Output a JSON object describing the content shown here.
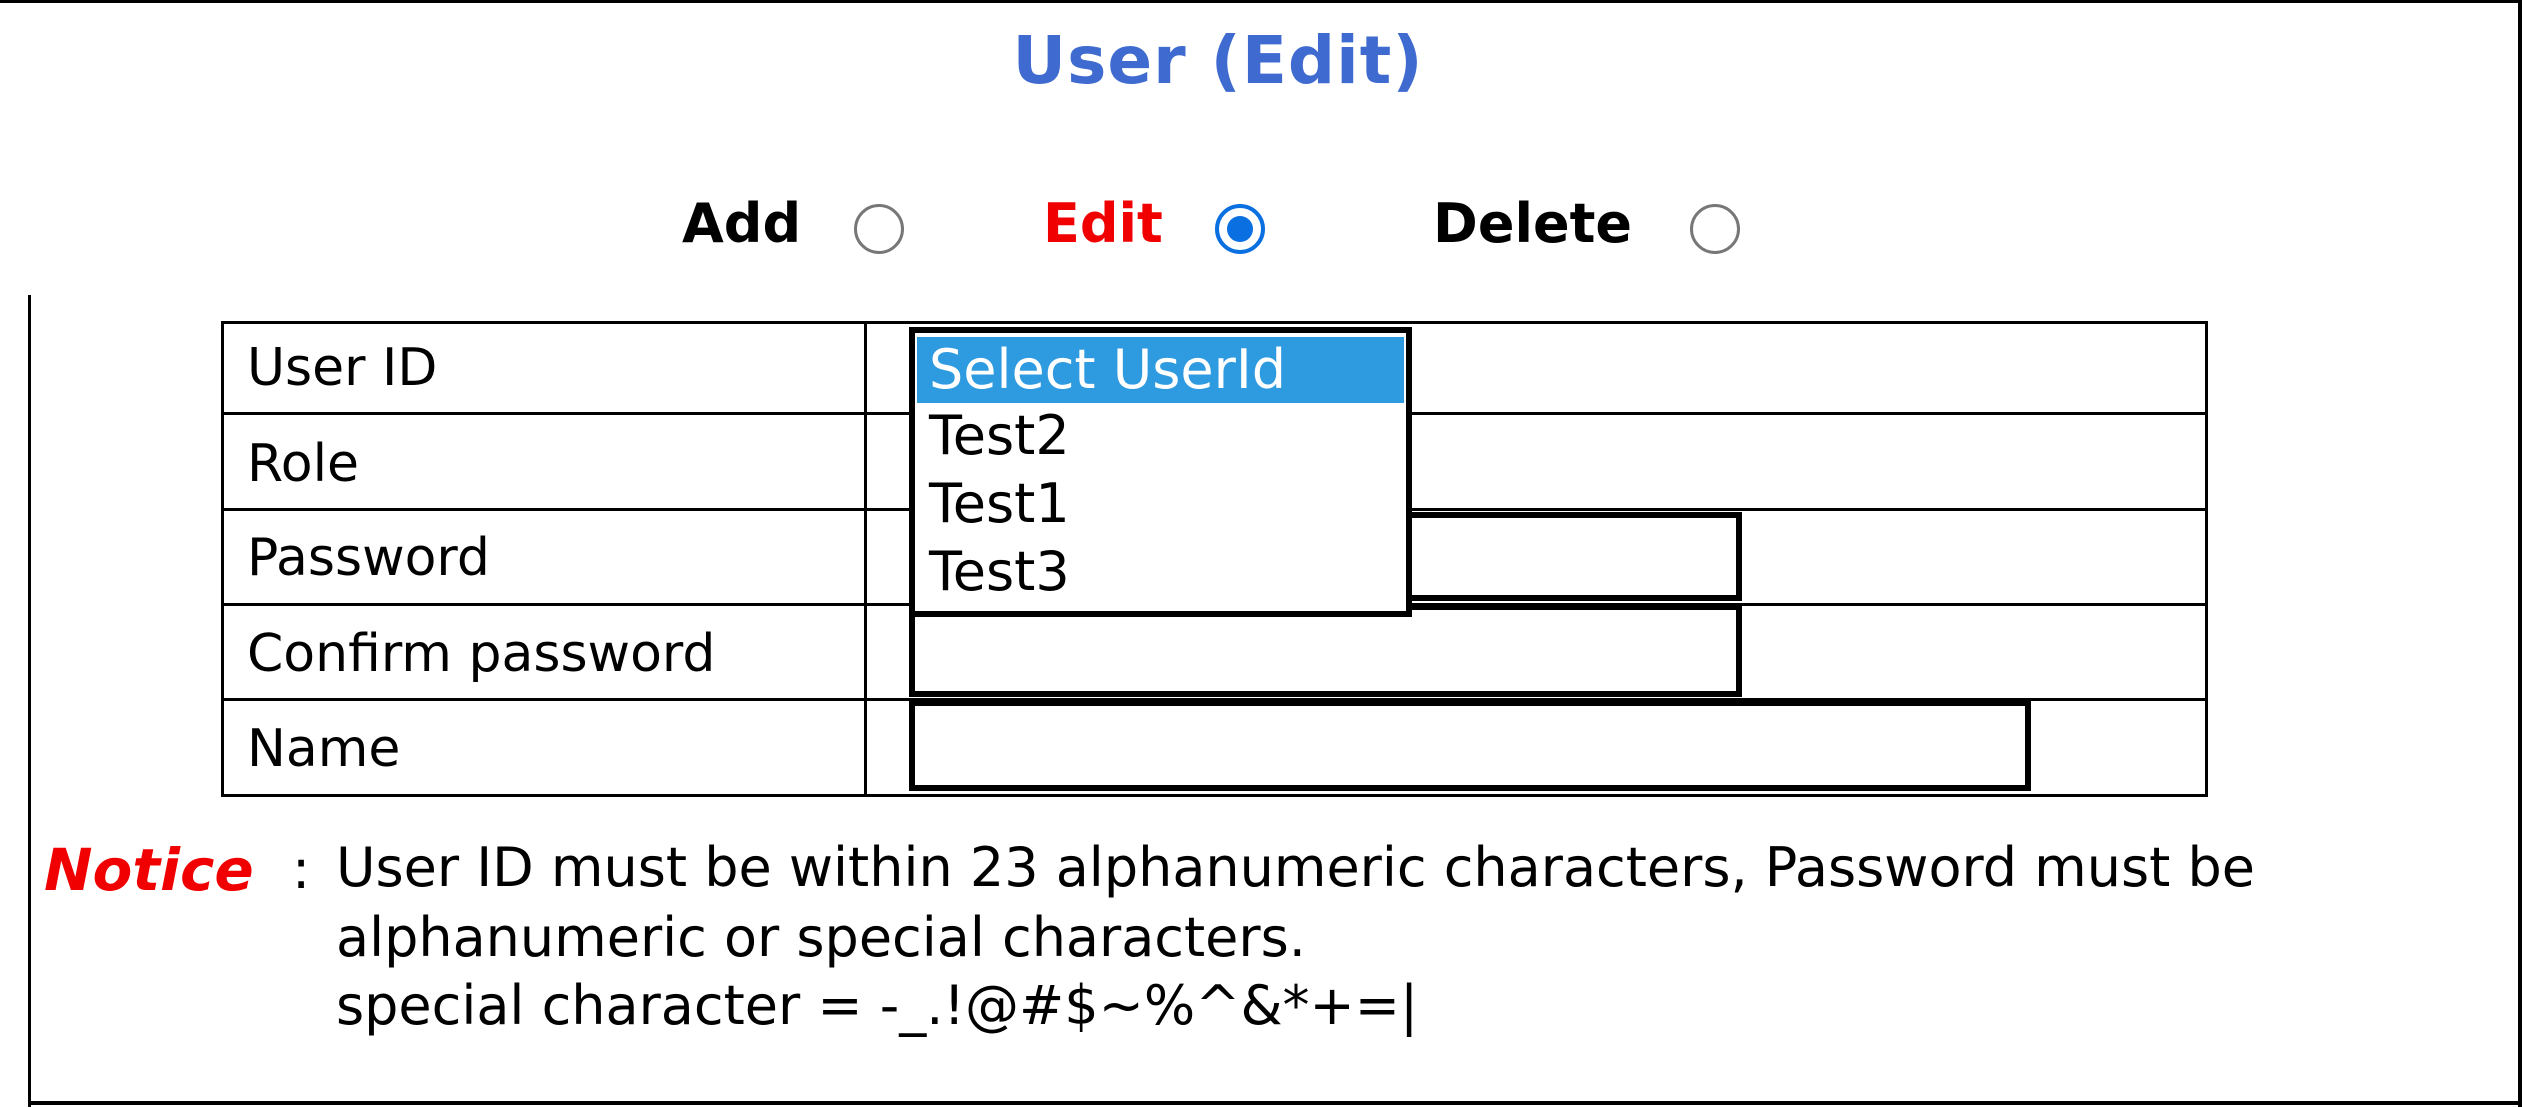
{
  "page": {
    "title": "User (Edit)"
  },
  "mode": {
    "options": [
      {
        "label": "Add",
        "checked": false
      },
      {
        "label": "Edit",
        "checked": true
      },
      {
        "label": "Delete",
        "checked": false
      }
    ]
  },
  "form": {
    "rows": [
      {
        "label": "User ID"
      },
      {
        "label": "Role"
      },
      {
        "label": "Password"
      },
      {
        "label": "Confirm password"
      },
      {
        "label": "Name"
      }
    ],
    "user_id_select": {
      "selected": "Select UserId",
      "options": [
        "Select UserId",
        "Test2",
        "Test1",
        "Test3"
      ]
    },
    "password_value": "",
    "confirm_password_value": "",
    "name_value": ""
  },
  "notice": {
    "label": "Notice",
    "colon": ":",
    "lines": [
      "User ID must be within 23 alphanumeric characters, Password must be",
      "alphanumeric or special characters.",
      "special character = -_.!@#$~%^&*+=|"
    ]
  },
  "colors": {
    "title": "#3f6bd0",
    "active_mode": "#f00000",
    "radio_checked": "#0a6fe0",
    "listbox_selected": "#2e9ae0",
    "notice": "#f00000"
  }
}
